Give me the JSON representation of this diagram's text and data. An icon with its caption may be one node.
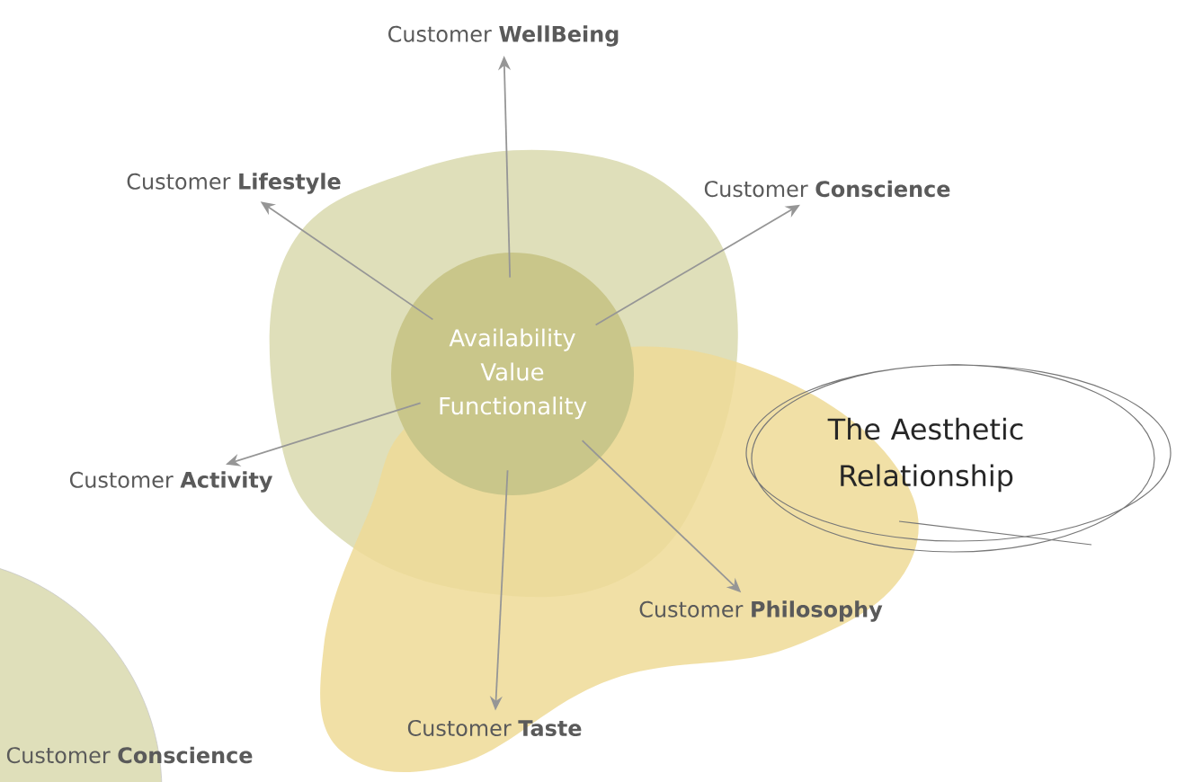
{
  "diagram": {
    "nodes": [
      {
        "text": [
          "Availability Value Functionality"
        ]
      },
      {
        "text": [
          "Customer **WellBeing**"
        ]
      },
      {
        "text": [
          "Customer **Lifestyle**"
        ]
      },
      {
        "text": [
          "Customer **Conscience**"
        ]
      },
      {
        "text": [
          "Customer **Activity**"
        ]
      },
      {
        "text": [
          "Customer **Philosophy**"
        ]
      },
      {
        "text": [
          "Customer **Taste**"
        ]
      },
      {
        "text": [
          "The Aesthetic Relationship"
        ]
      }
    ],
    "edges": [
      {
        "from": 0,
        "to": 1,
        "arrow": "to"
      },
      {
        "from": 0,
        "to": 2,
        "arrow": "to"
      },
      {
        "from": 0,
        "to": 3,
        "arrow": "to"
      },
      {
        "from": 0,
        "to": 4,
        "arrow": "to"
      },
      {
        "from": 0,
        "to": 5,
        "arrow": "to"
      },
      {
        "from": 0,
        "to": 6,
        "arrow": "to"
      }
    ],
    "labels": [
      "Customer **Conscience**"
    ]
  }
}
